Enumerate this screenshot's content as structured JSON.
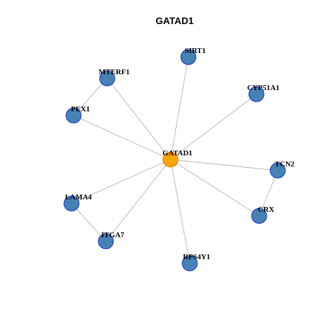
{
  "title": "GATAD1",
  "colors": {
    "background": "#ffffff",
    "edge": "#b3b3b3",
    "hub_fill": "#ffa500",
    "hub_stroke": "#c77f00",
    "node_fill": "#4682b4",
    "node_stroke": "#1c2fd0",
    "label": "#000000"
  },
  "nodes": [
    {
      "id": "GATAD1",
      "label": "GATAD1",
      "role": "hub"
    },
    {
      "id": "SIRT1",
      "label": "SIRT1",
      "role": "neighbor"
    },
    {
      "id": "MTERF1",
      "label": "MTERF1",
      "role": "neighbor"
    },
    {
      "id": "CYP51A1",
      "label": "CYP51A1",
      "role": "neighbor"
    },
    {
      "id": "PEX1",
      "label": "PEX1",
      "role": "neighbor"
    },
    {
      "id": "TCN2",
      "label": "TCN2",
      "role": "neighbor"
    },
    {
      "id": "LAMA4",
      "label": "LAMA4",
      "role": "neighbor"
    },
    {
      "id": "CRX",
      "label": "CRX",
      "role": "neighbor"
    },
    {
      "id": "ITGA7",
      "label": "ITGA7",
      "role": "neighbor"
    },
    {
      "id": "RPS4Y1",
      "label": "RPS4Y1",
      "role": "neighbor"
    }
  ],
  "edges": [
    {
      "source": "GATAD1",
      "target": "SIRT1"
    },
    {
      "source": "GATAD1",
      "target": "MTERF1"
    },
    {
      "source": "GATAD1",
      "target": "CYP51A1"
    },
    {
      "source": "GATAD1",
      "target": "PEX1"
    },
    {
      "source": "GATAD1",
      "target": "TCN2"
    },
    {
      "source": "GATAD1",
      "target": "LAMA4"
    },
    {
      "source": "GATAD1",
      "target": "CRX"
    },
    {
      "source": "GATAD1",
      "target": "ITGA7"
    },
    {
      "source": "GATAD1",
      "target": "RPS4Y1"
    },
    {
      "source": "MTERF1",
      "target": "PEX1"
    },
    {
      "source": "TCN2",
      "target": "CRX"
    },
    {
      "source": "LAMA4",
      "target": "ITGA7"
    }
  ]
}
